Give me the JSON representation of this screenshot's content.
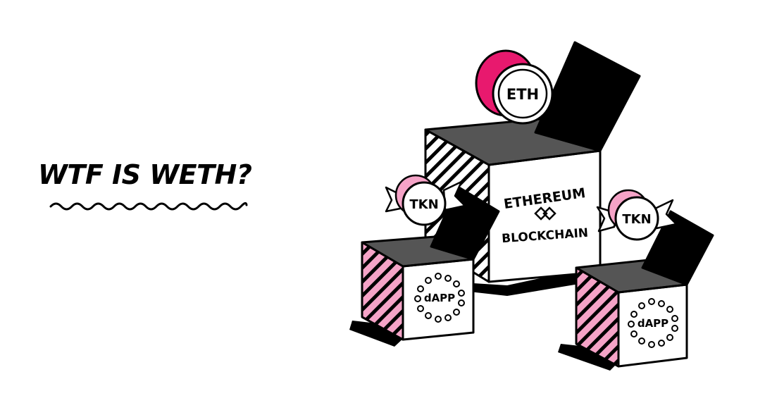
{
  "headline": "WTF IS WETH?",
  "illustration": {
    "coin_label": "ETH",
    "main_box_label_top": "ETHEREUM",
    "main_box_label_bottom": "BLOCKCHAIN",
    "token_left_label": "TKN",
    "token_right_label": "TKN",
    "dapp_left_label": "dAPP",
    "dapp_right_label": "dAPP"
  },
  "colors": {
    "ink": "#000000",
    "accent_pink": "#e8196e",
    "light_pink": "#f5a3c7",
    "shadow_grey": "#555555",
    "paper": "#ffffff"
  }
}
